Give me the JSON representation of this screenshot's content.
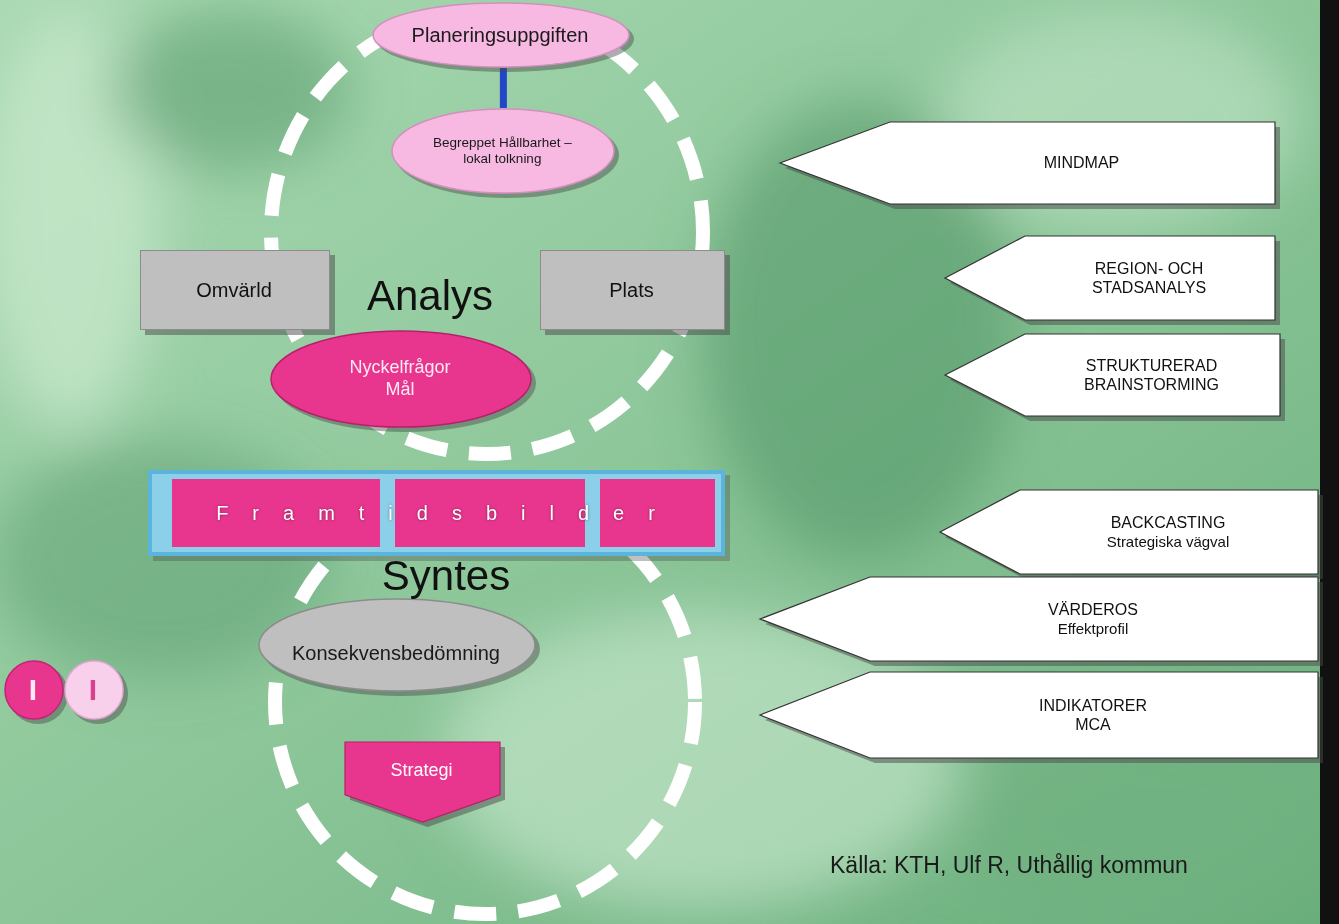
{
  "diagram": {
    "nodes": [
      {
        "text": [
          "Planeringsuppgiften"
        ]
      },
      {
        "text": [
          "Begreppet Hållbarhet – lokal tolkning"
        ]
      },
      {
        "text": [
          "MINDMAP"
        ]
      },
      {
        "text": [
          "Omvärld"
        ]
      },
      {
        "text": [
          "Plats"
        ]
      },
      {
        "text": [
          "REGION- OCH STADSANALYS"
        ]
      },
      {
        "text": [
          "Nyckelfrågor Mål"
        ]
      },
      {
        "text": [
          "STRUKTURERAD BRAINSTORMING"
        ]
      },
      {
        "text": [
          "Framtidsbilder"
        ]
      },
      {
        "text": [
          "BACKCASTING",
          "Strategiska vägval"
        ]
      },
      {
        "text": [
          "VÄRDEROS",
          "Effektprofil"
        ]
      },
      {
        "text": [
          "Konsekvensbedömning"
        ]
      },
      {
        "text": [
          "INDIKATORER",
          "MCA"
        ]
      },
      {
        "text": [
          "I"
        ]
      },
      {
        "text": [
          "I"
        ]
      },
      {
        "text": [
          "Strategi"
        ]
      }
    ],
    "edges": [
      {
        "from": 0,
        "to": 1,
        "arrow": "none"
      }
    ],
    "labels": [
      "Analys",
      "Syntes",
      "Källa: KTH, Ulf R, Uthållig kommun"
    ]
  }
}
